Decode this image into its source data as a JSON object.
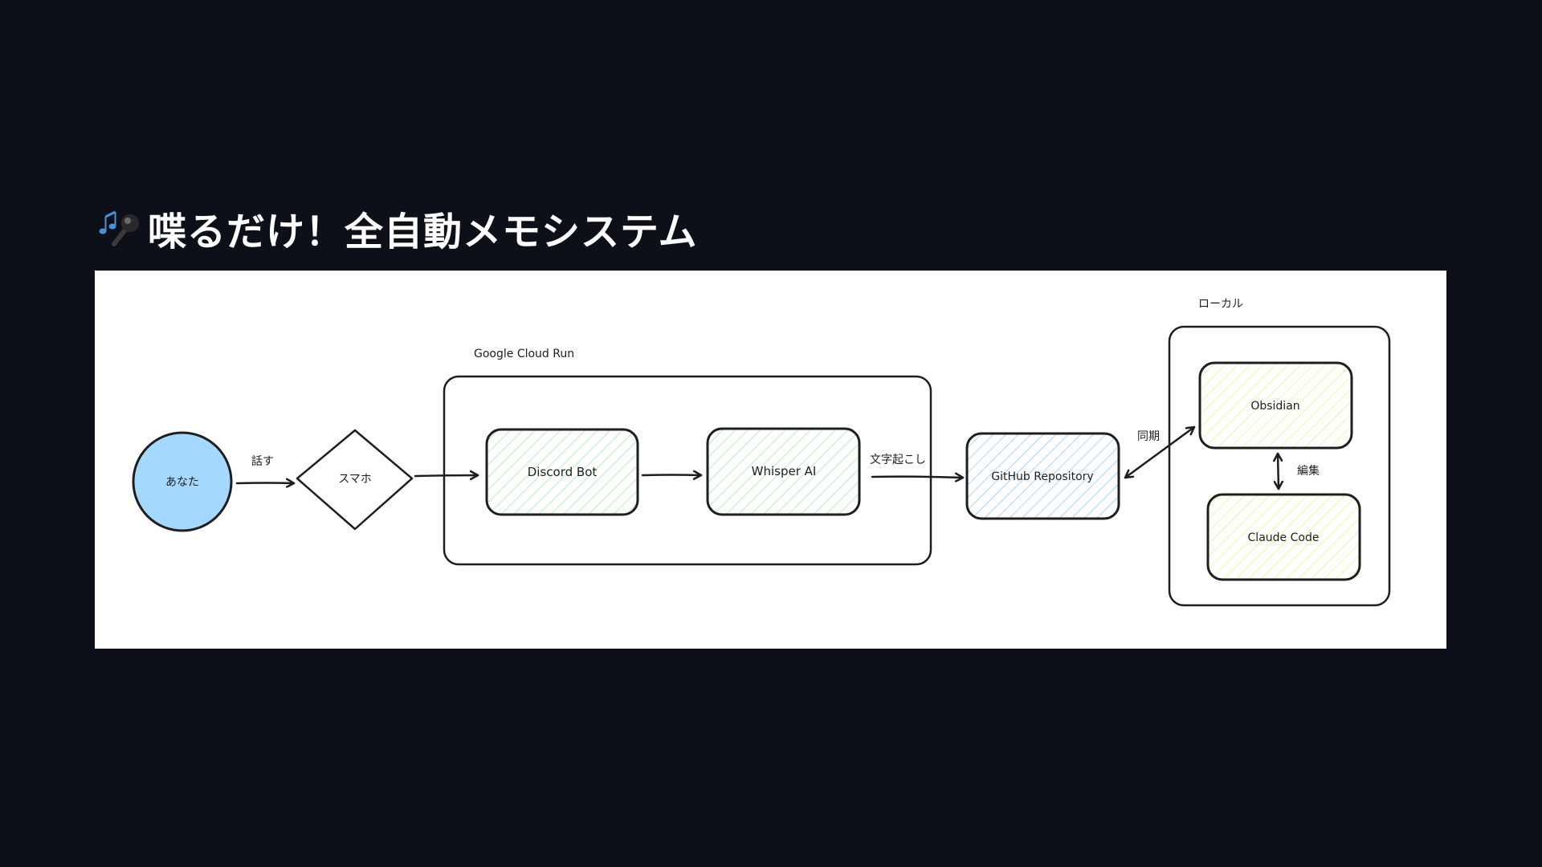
{
  "title": "喋るだけ！全自動メモシステム",
  "title_icon": "microphone-music-icon",
  "colors": {
    "background": "#0d1018",
    "canvas": "#ffffff",
    "you_fill": "#a5d8ff",
    "green_hatch": "#b2f2bb",
    "blue_hatch": "#a5d8ff",
    "yellow_hatch": "#f5f0a8",
    "stroke": "#1e1e1e"
  },
  "diagram": {
    "groups": {
      "cloud": "Google Cloud Run",
      "local": "ローカル"
    },
    "nodes": {
      "you": "あなた",
      "phone": "スマホ",
      "discord": "Discord Bot",
      "whisper": "Whisper AI",
      "github": "GitHub Repository",
      "obsidian": "Obsidian",
      "claude": "Claude Code"
    },
    "edges": {
      "speak": "話す",
      "transcribe": "文字起こし",
      "sync": "同期",
      "edit": "編集"
    }
  }
}
